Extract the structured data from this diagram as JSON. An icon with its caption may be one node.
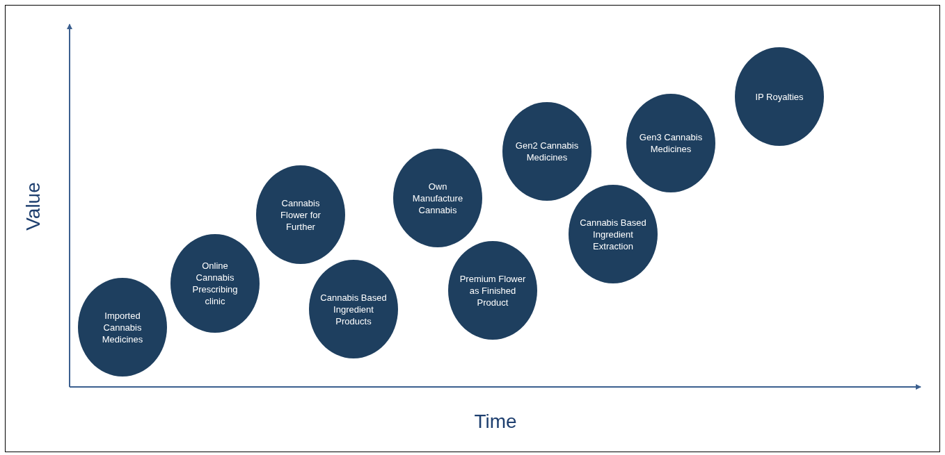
{
  "diagram": {
    "nodes": [
      {
        "text": [
          "Imported Cannabis Medicines"
        ]
      },
      {
        "text": [
          "Online Cannabis Prescribing clinic"
        ]
      },
      {
        "text": [
          "Cannabis Flower for Further"
        ]
      },
      {
        "text": [
          "Cannabis Based Ingredient Products"
        ]
      },
      {
        "text": [
          "Own Manufacture Cannabis"
        ]
      },
      {
        "text": [
          "Premium Flower as Finished Product"
        ]
      },
      {
        "text": [
          "Gen2 Cannabis Medicines"
        ]
      },
      {
        "text": [
          "Cannabis Based Ingredient Extraction"
        ]
      },
      {
        "text": [
          "Gen3 Cannabis Medicines"
        ]
      },
      {
        "text": [
          "IP Royalties"
        ]
      }
    ],
    "labels": [
      "Value",
      "Time"
    ]
  }
}
